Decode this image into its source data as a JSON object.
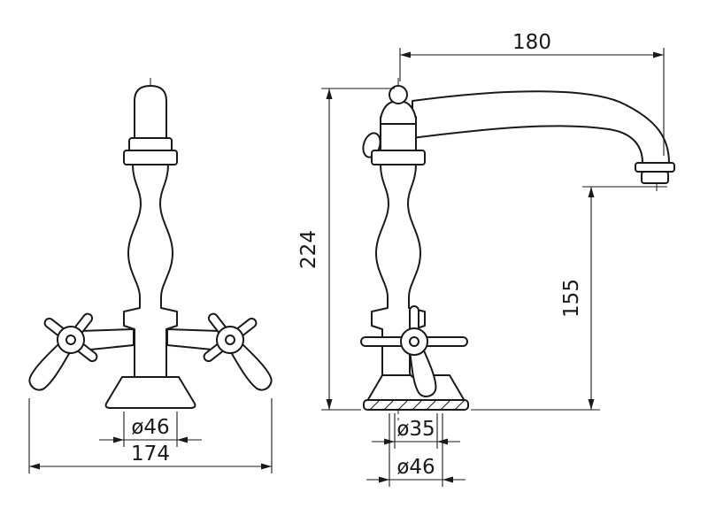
{
  "drawing": {
    "colors": {
      "line": "#1a1a1a",
      "background": "#ffffff"
    },
    "dimensions": {
      "spout_reach": "180",
      "overall_height": "224",
      "outlet_height": "155",
      "front_base_diameter": "ø46",
      "overall_width": "174",
      "shank_diameter": "ø35",
      "side_base_diameter": "ø46"
    }
  }
}
